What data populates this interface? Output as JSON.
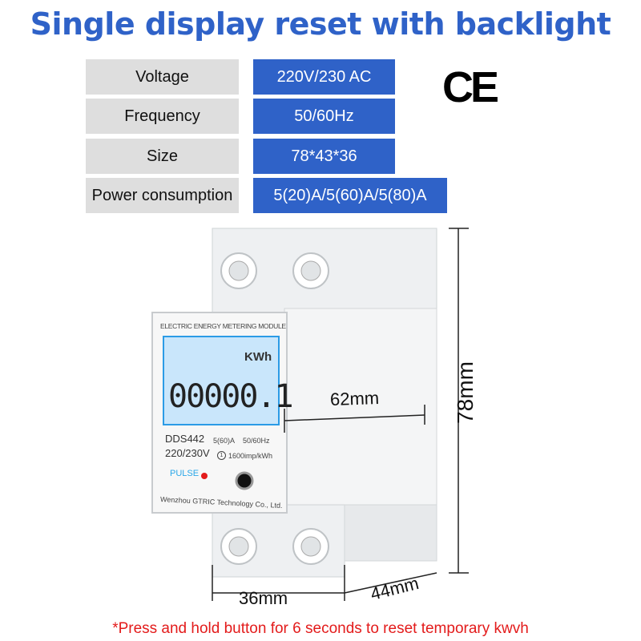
{
  "title": "Single display reset with backlight",
  "specs": [
    {
      "label": "Voltage",
      "value": "220V/230 AC"
    },
    {
      "label": "Frequency",
      "value": "50/60Hz"
    },
    {
      "label": "Size",
      "value": "78*43*36"
    },
    {
      "label": "Power consumption",
      "value": "5(20)A/5(60)A/5(80)A"
    }
  ],
  "ce_mark": "CE",
  "meter": {
    "header": "ELECTRIC ENERGY METERING MODULE",
    "unit": "KWh",
    "reading": "00000.1",
    "model": "DDS442",
    "voltage": "220/230V",
    "current": "5(60)A",
    "frequency": "50/60Hz",
    "phase": "1",
    "constant": "1600imp/kWh",
    "pulse": "PULSE",
    "maker": "Wenzhou GTRIC Technology Co., Ltd."
  },
  "dimensions": {
    "height": "78mm",
    "depth": "62mm",
    "width": "36mm",
    "side": "44mm"
  },
  "footer": "*Press and hold button for 6 seconds to reset temporary kwvh",
  "colors": {
    "accent": "#2f62c8",
    "warning": "#e31b1b",
    "lcd": "#c9e6fb"
  }
}
